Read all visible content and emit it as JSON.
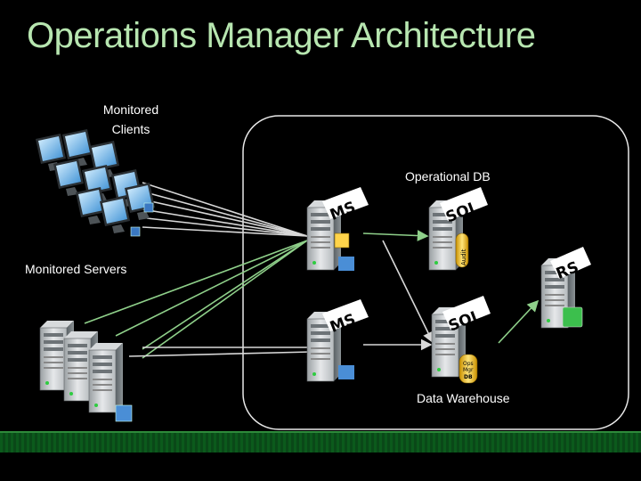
{
  "slide": {
    "title": "Operations Manager Architecture"
  },
  "labels": {
    "monitored_clients": "Monitored\nClients",
    "monitored_servers": "Monitored Servers",
    "operational_db": "Operational DB",
    "data_warehouse": "Data Warehouse"
  },
  "server_tags": {
    "ms_top": "MS",
    "sql_top": "SQL",
    "ms_bottom": "MS",
    "sql_bottom": "SQL",
    "rs": "RS"
  },
  "db_labels": {
    "audit": "Audit",
    "opsmgr_line1": "Ops",
    "opsmgr_line2": "Mgr",
    "opsmgr_line3": "DB"
  },
  "colors": {
    "title": "#b7e6b0",
    "connector_gray": "#d8d8d8",
    "connector_green": "#8fd08a",
    "panel_border": "#e8e8e8",
    "footer_green": "#0b5a1c"
  }
}
